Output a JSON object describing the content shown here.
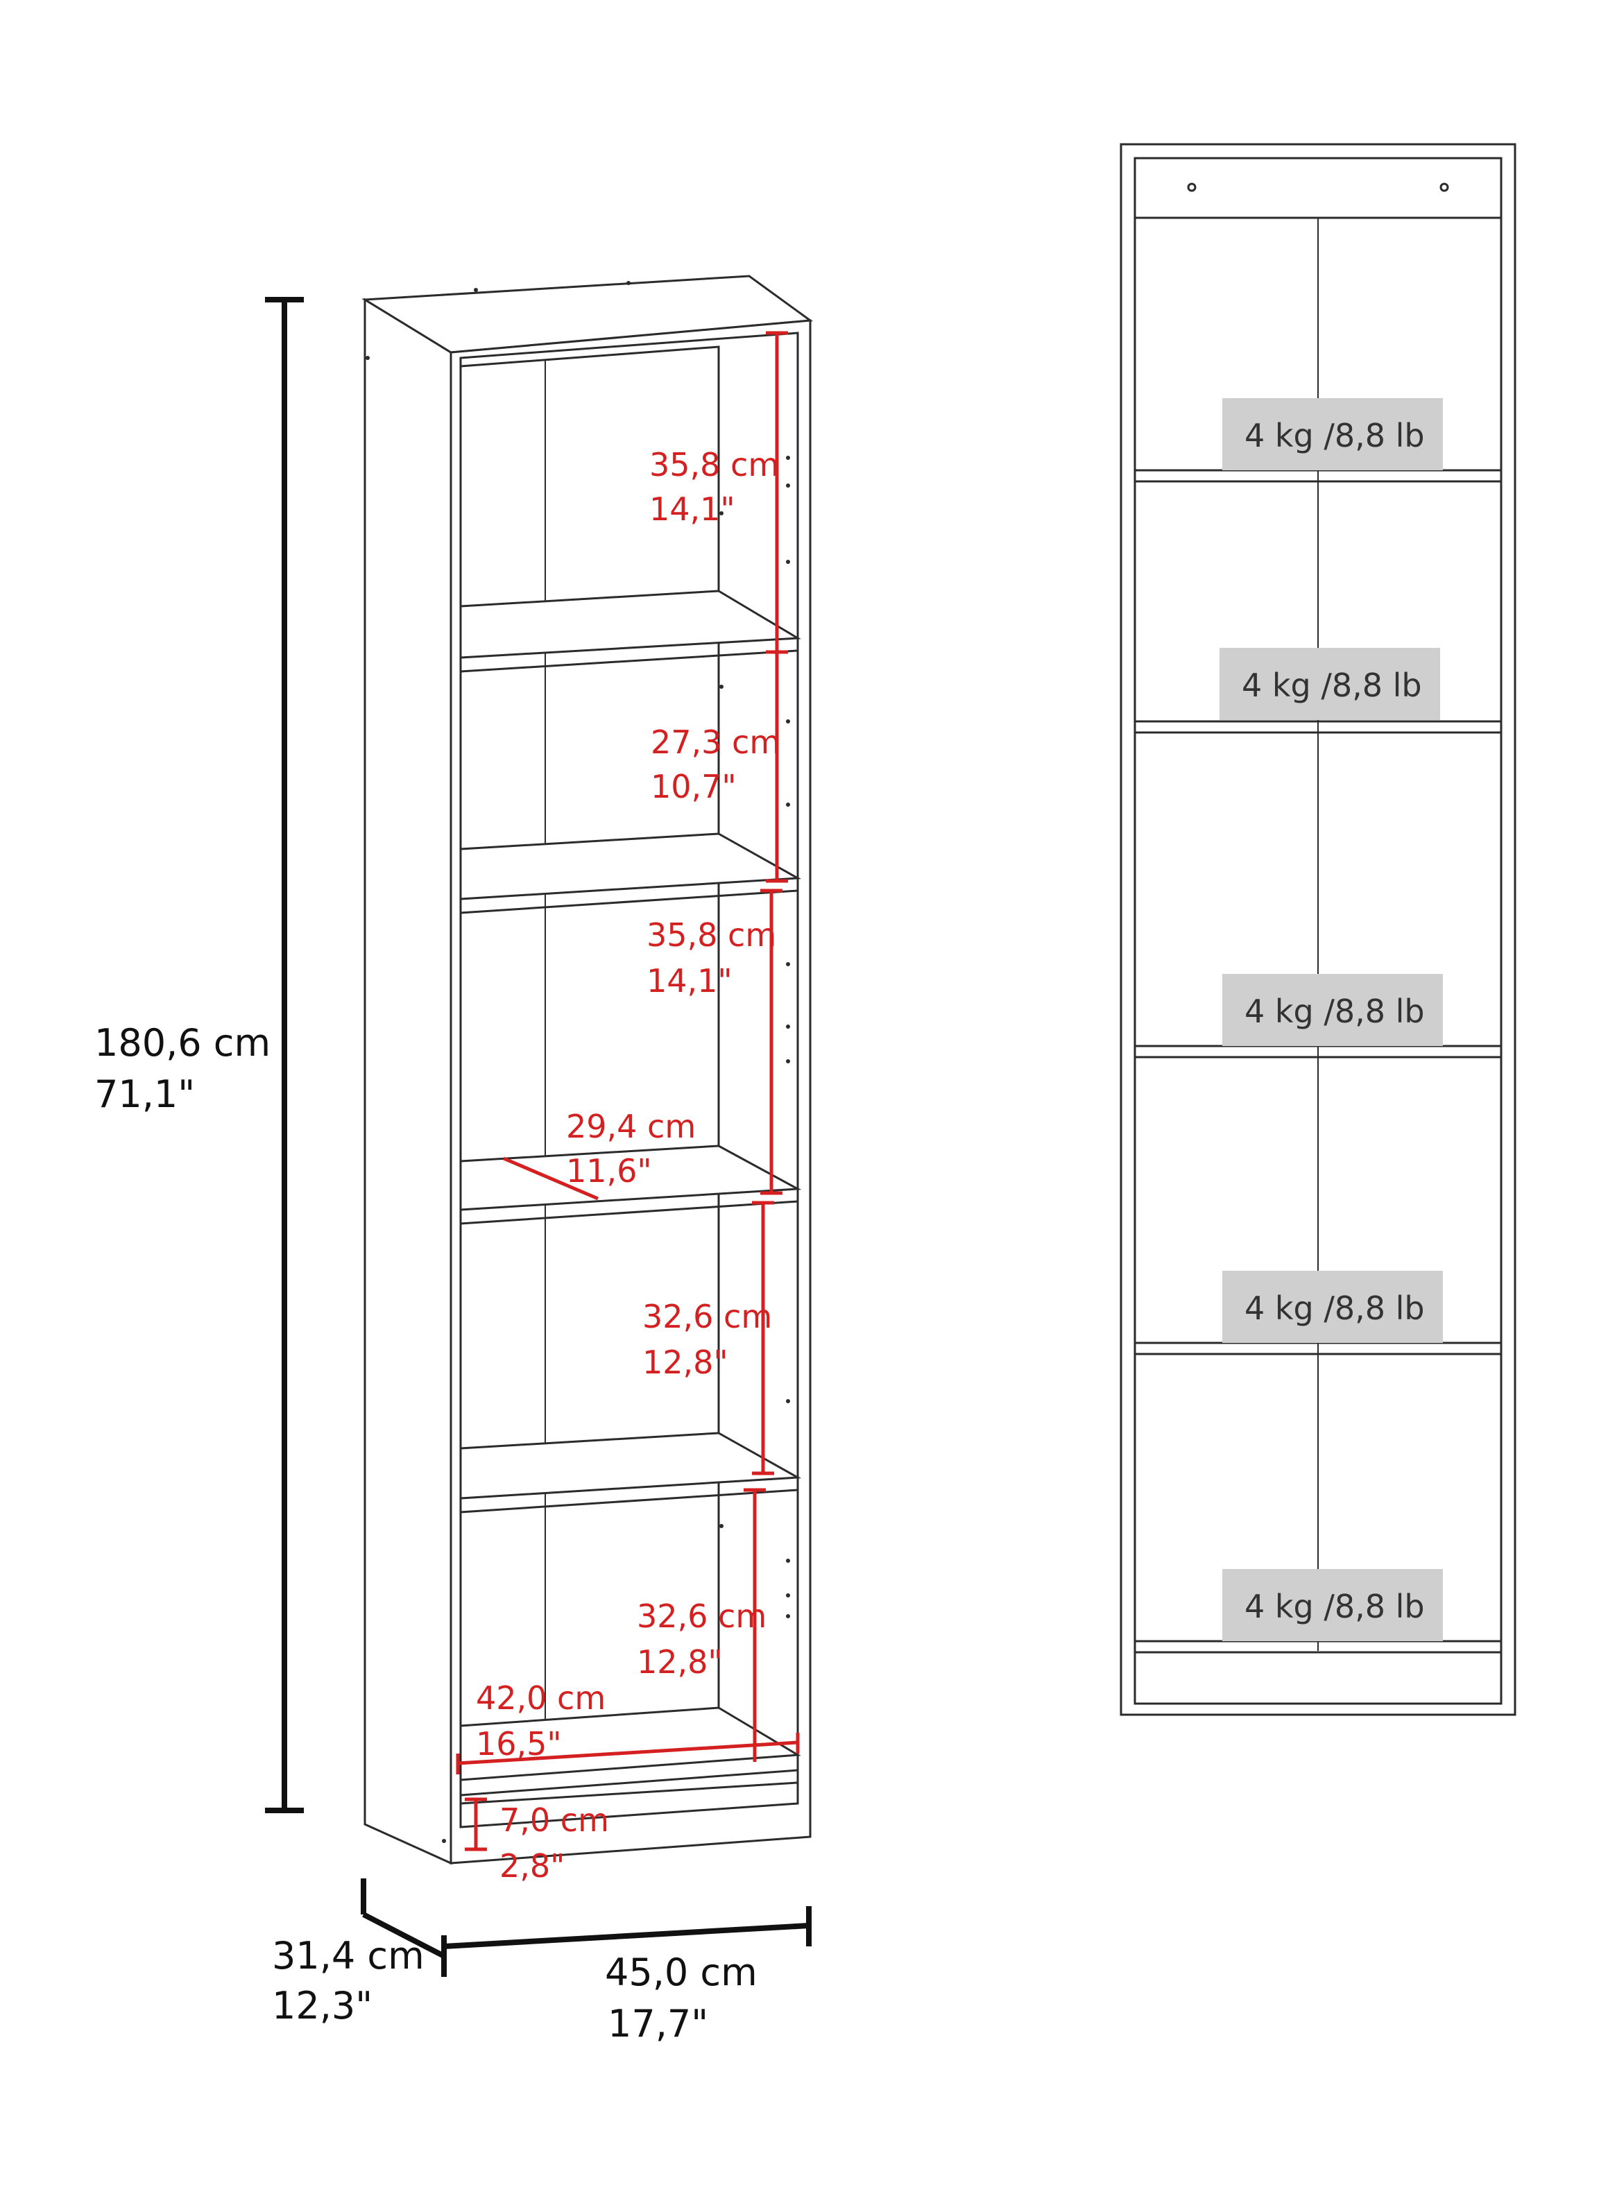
{
  "colors": {
    "outline": "#2b2b2b",
    "dimension_black": "#111111",
    "dimension_red": "#d42020",
    "load_badge": "#cfcfcf"
  },
  "overall": {
    "height": {
      "cm": "180,6 cm",
      "in": "71,1\""
    },
    "depth": {
      "cm": "31,4 cm",
      "in": "12,3\""
    },
    "width": {
      "cm": "45,0 cm",
      "in": "17,7\""
    }
  },
  "interior": [
    {
      "cm": "35,8 cm",
      "in": "14,1\""
    },
    {
      "cm": "27,3 cm",
      "in": "10,7\""
    },
    {
      "cm": "35,8 cm",
      "in": "14,1\""
    },
    {
      "cm": "29,4 cm",
      "in": "11,6\""
    },
    {
      "cm": "32,6 cm",
      "in": "12,8\""
    },
    {
      "cm": "32,6 cm",
      "in": "12,8\""
    },
    {
      "cm": "42,0 cm",
      "in": "16,5\""
    },
    {
      "cm": "7,0 cm",
      "in": "2,8\""
    }
  ],
  "loads": [
    "4 kg /8,8 lb",
    "4 kg /8,8 lb",
    "4 kg /8,8 lb",
    "4 kg /8,8 lb",
    "4 kg /8,8 lb"
  ]
}
